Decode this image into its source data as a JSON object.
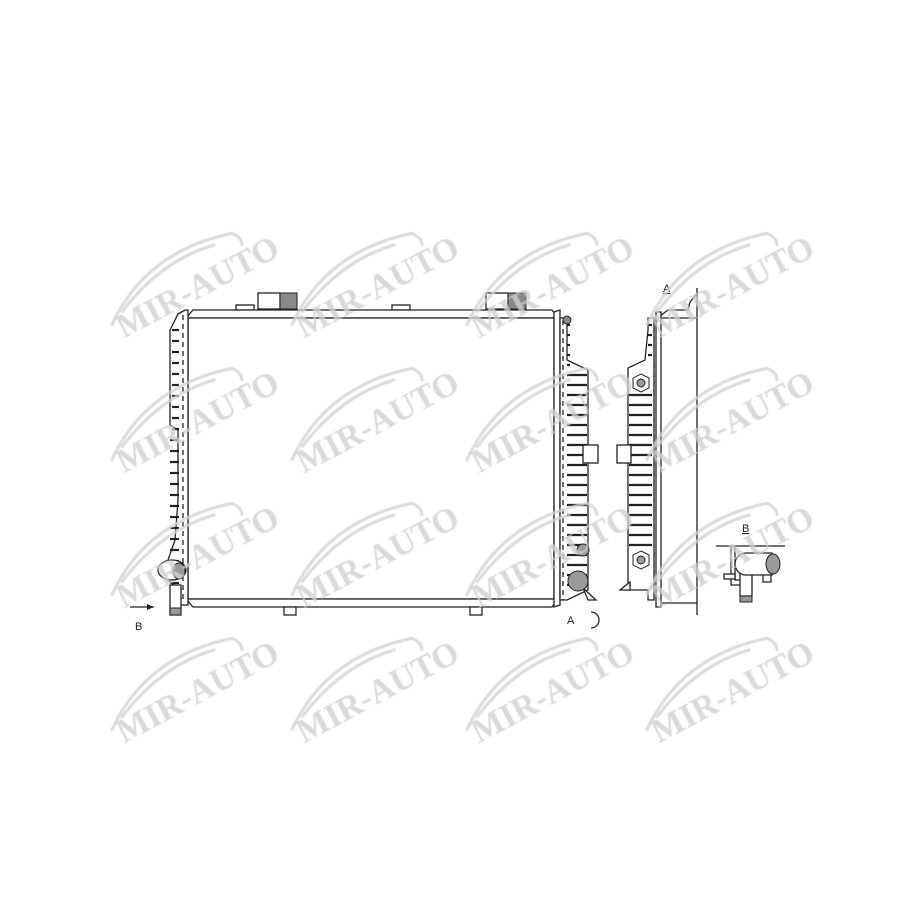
{
  "diagram": {
    "labels": {
      "view_a_marker": "A",
      "view_b_marker": "B",
      "side_view_title": "A",
      "detail_b_title": "B"
    },
    "watermark": {
      "text": "MIR-AUTO",
      "color": "#cfcfcf"
    },
    "colors": {
      "line": "#222222",
      "fill_gray": "#999999",
      "background": "#ffffff"
    }
  }
}
